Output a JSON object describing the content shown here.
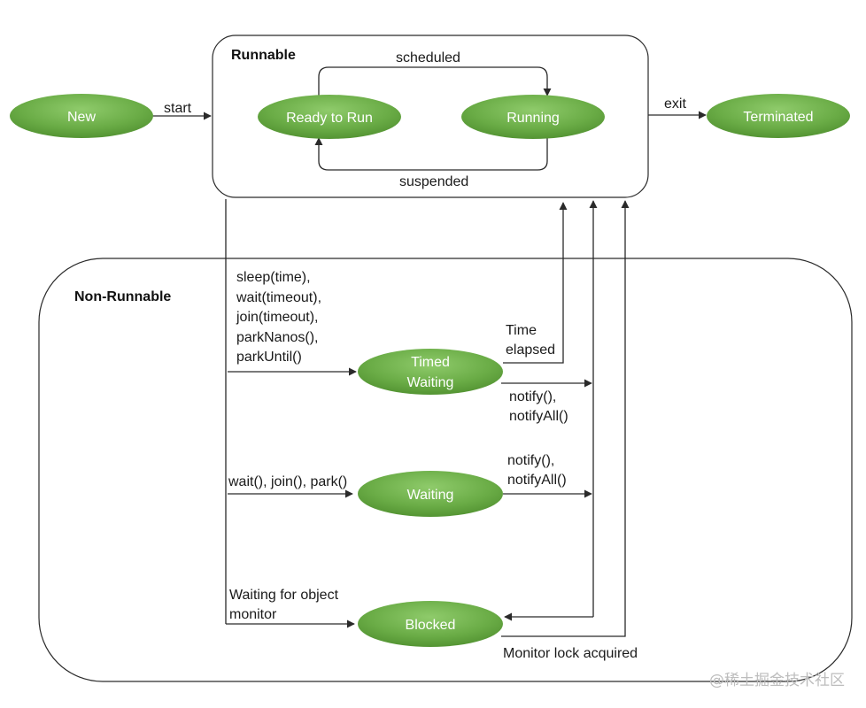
{
  "groups": {
    "runnable": "Runnable",
    "non_runnable": "Non-Runnable"
  },
  "states": {
    "new": "New",
    "ready": "Ready to Run",
    "running": "Running",
    "terminated": "Terminated",
    "timed_waiting": [
      "Timed",
      "Waiting"
    ],
    "waiting": "Waiting",
    "blocked": "Blocked"
  },
  "transitions": {
    "start": "start",
    "scheduled": "scheduled",
    "suspended": "suspended",
    "exit": "exit",
    "timed_triggers": [
      "sleep(time),",
      "wait(timeout),",
      "join(timeout),",
      "parkNanos(),",
      "parkUntil()"
    ],
    "time_elapsed": [
      "Time",
      "elapsed"
    ],
    "notify_timed": [
      "notify(),",
      "notifyAll()"
    ],
    "waiting_trigger": "wait(), join(), park()",
    "notify_waiting": [
      "notify(),",
      "notifyAll()"
    ],
    "blocked_trigger": [
      "Waiting for object",
      "monitor"
    ],
    "monitor_acquired": "Monitor lock acquired"
  },
  "watermark": "@稀土掘金技术社区",
  "colors": {
    "node_light": "#8cc56a",
    "node_dark": "#4f8f2f",
    "text_on_node": "#ffffff",
    "stroke": "#2a2a2a"
  }
}
